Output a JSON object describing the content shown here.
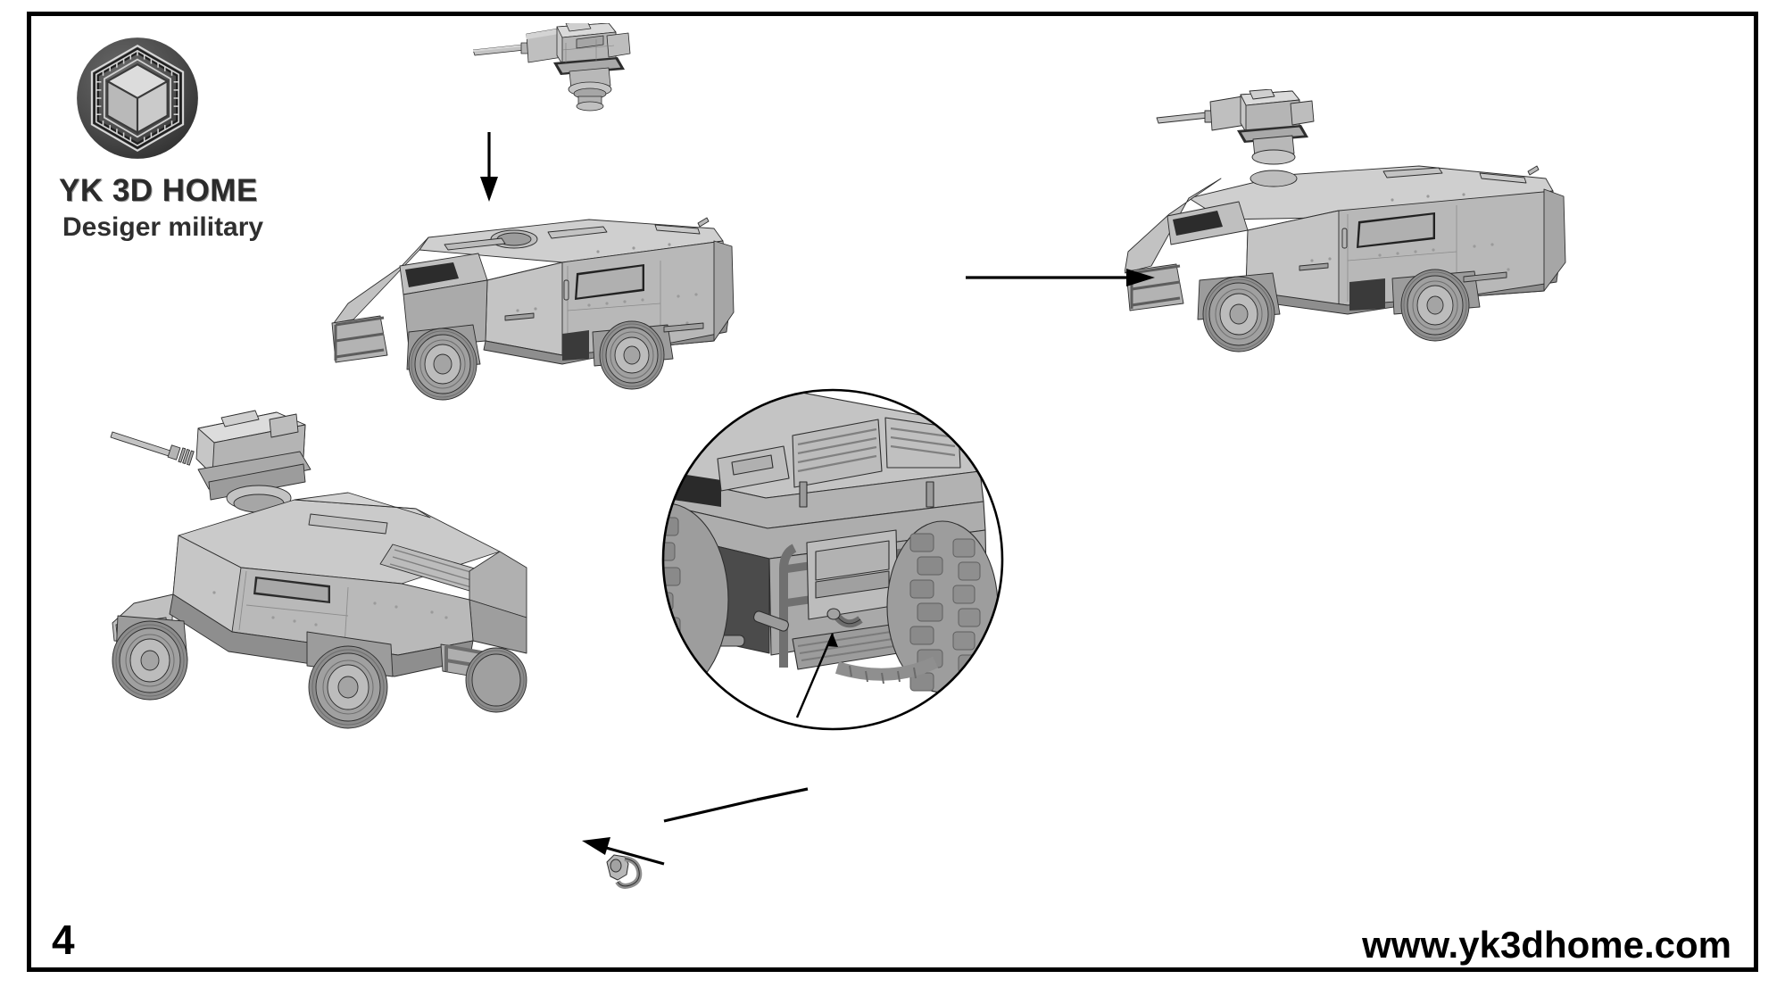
{
  "page": {
    "background_color": "#ffffff",
    "border_color": "#000000",
    "page_number": "4",
    "site_url": "www.yk3dhome.com",
    "sheet_kind": "assembly-instruction-sheet"
  },
  "brand": {
    "logo_icon": "hexagon-cube-logo-icon",
    "title": "YK 3D HOME",
    "subtitle": "Desiger military",
    "logo_colors": {
      "ring_dark": "#3d3d3d",
      "ring_mid": "#5a5a5a",
      "cube_light": "#d4d4d4",
      "cube_mid": "#bcbcbc",
      "cube_dark": "#9e9e9e"
    }
  },
  "render_palette": {
    "body_light": "#c9c9c9",
    "body_mid": "#b0b0b0",
    "body_dark": "#949494",
    "body_shadow": "#7d7d7d",
    "body_deep": "#5e5e5e",
    "tire": "#9a9a9a",
    "tire_dark": "#7a7a7a",
    "outline": "#1a1a1a",
    "glass_dark": "#2a2a2a"
  },
  "steps": [
    {
      "id": "turret-subassembly",
      "label": "remote weapon station turret with autocannon",
      "position": "top-center"
    },
    {
      "id": "hull-no-turret",
      "label": "armored 4x4 hull with open turret ring",
      "position": "middle-left"
    },
    {
      "id": "hull-with-turret",
      "label": "armored 4x4 hull with turret installed",
      "position": "middle-right"
    },
    {
      "id": "rear-three-quarter",
      "label": "rear three-quarter view of assembled vehicle",
      "position": "bottom-left"
    }
  ],
  "parts": [
    {
      "id": "tow-hook",
      "label": "rear tow hook part",
      "position": "bottom-center-left"
    }
  ],
  "arrows": [
    {
      "id": "turret-drop-arrow",
      "direction": "down",
      "from": "turret-subassembly",
      "to": "hull-no-turret"
    },
    {
      "id": "assembly-progress-arrow",
      "direction": "right",
      "from": "hull-no-turret",
      "to": "hull-with-turret"
    },
    {
      "id": "tow-hook-install-arrow",
      "direction": "left",
      "from": "tow-hook",
      "to": "rear-three-quarter"
    },
    {
      "id": "detail-leader-arrow",
      "direction": "left",
      "from": "detail-callout",
      "to": "rear-three-quarter"
    },
    {
      "id": "detail-inner-pointer",
      "direction": "up-left",
      "from": "detail-circle-edge",
      "to": "tow-hook-mount-point"
    }
  ],
  "detail_callout": {
    "id": "detail-callout",
    "shape": "circle",
    "label": "magnified rear bumper and tow hook detail"
  }
}
